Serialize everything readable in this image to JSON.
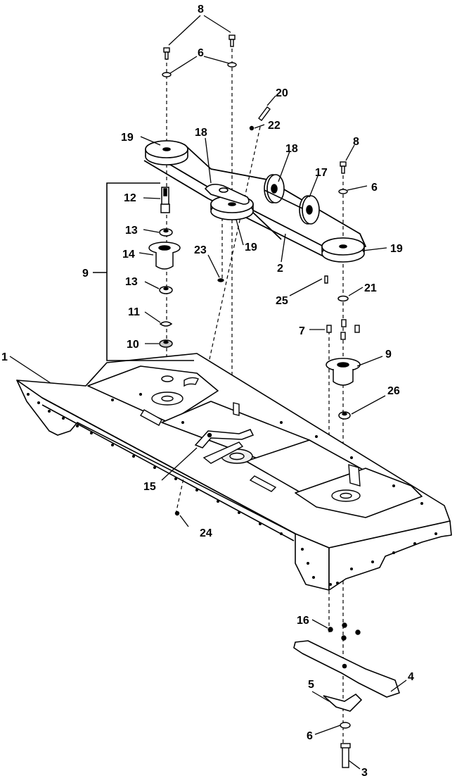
{
  "callouts": {
    "c1": "1",
    "c2": "2",
    "c3": "3",
    "c4": "4",
    "c5": "5",
    "c6a": "6",
    "c6b": "6",
    "c6c": "6",
    "c7": "7",
    "c8a": "8",
    "c8b": "8",
    "c9a": "9",
    "c9b": "9",
    "c10": "10",
    "c11": "11",
    "c12": "12",
    "c13a": "13",
    "c13b": "13",
    "c14": "14",
    "c15": "15",
    "c16": "16",
    "c17": "17",
    "c18a": "18",
    "c18b": "18",
    "c19a": "19",
    "c19b": "19",
    "c19c": "19",
    "c20": "20",
    "c21": "21",
    "c22": "22",
    "c23": "23",
    "c24": "24",
    "c25": "25",
    "c26": "26"
  }
}
